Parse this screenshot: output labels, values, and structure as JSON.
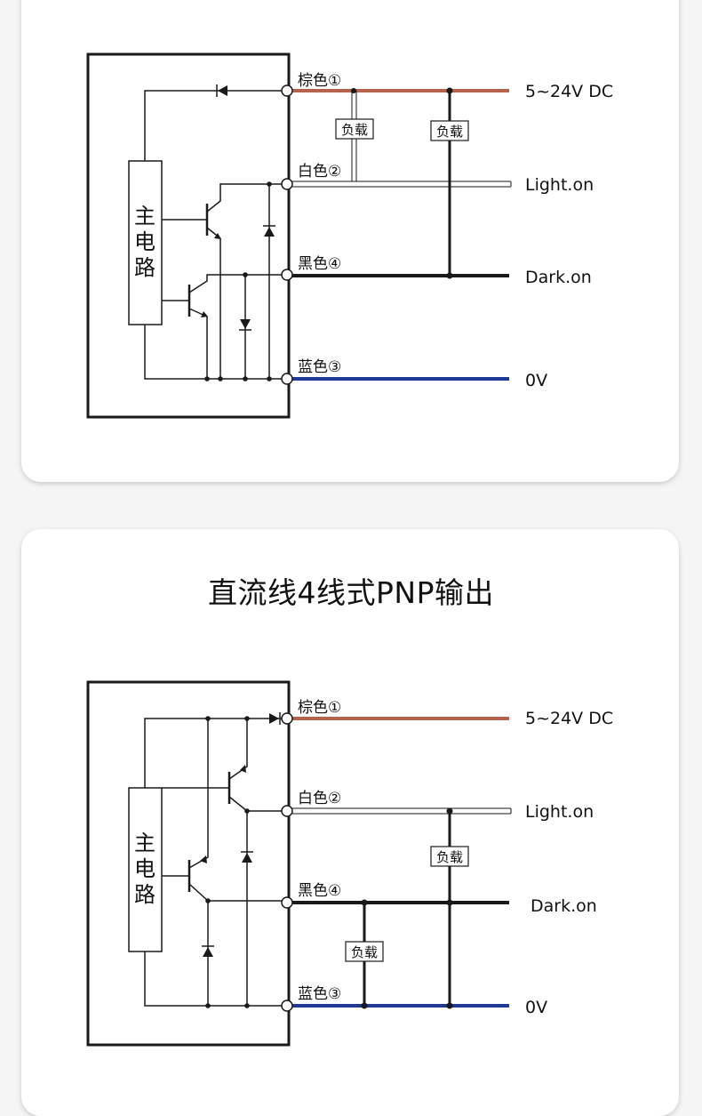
{
  "colors": {
    "brown_wire": "#b4644c",
    "white_wire": "#d9d9d9",
    "black_wire": "#1a1a1a",
    "blue_wire": "#1e3a96",
    "card_bg": "#ffffff",
    "page_bg": "#f5f5f6"
  },
  "top_diagram": {
    "circuit_label": [
      "主",
      "电",
      "路"
    ],
    "pins": {
      "brown": "棕色①",
      "white": "白色②",
      "black": "黑色④",
      "blue": "蓝色③"
    },
    "outputs": {
      "supply": "5~24V DC",
      "light_on": "Light.on",
      "dark_on": "Dark.on",
      "zero_v": "0V"
    },
    "loads": [
      "负载",
      "负载"
    ]
  },
  "bottom_section": {
    "title": "直流线4线式PNP输出"
  },
  "bottom_diagram": {
    "circuit_label": [
      "主",
      "电",
      "路"
    ],
    "pins": {
      "brown": "棕色①",
      "white": "白色②",
      "black": "黑色④",
      "blue": "蓝色③"
    },
    "outputs": {
      "supply": "5~24V DC",
      "light_on": "Light.on",
      "dark_on": "Dark.on",
      "zero_v": "0V"
    },
    "loads": [
      "负载",
      "负载"
    ]
  }
}
